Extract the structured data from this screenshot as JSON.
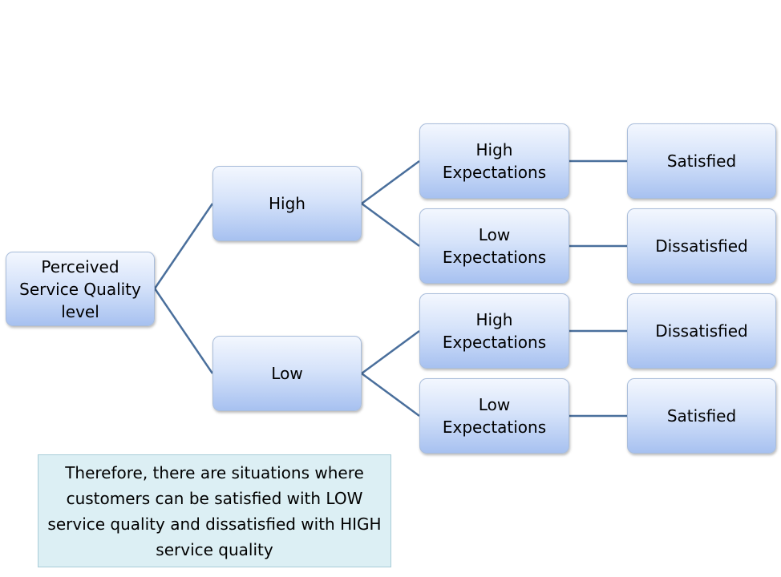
{
  "colors": {
    "connector": "#4a6f9c",
    "node_border": "#a9bddb",
    "node_top": "#f3f7fe",
    "node_bottom": "#a7c1f0",
    "note_fill": "#dcefF4",
    "note_border": "#a8cdd8"
  },
  "tree": {
    "root": {
      "label": "Perceived\nService Quality\nlevel"
    },
    "quality": {
      "high": {
        "label": "High"
      },
      "low": {
        "label": "Low"
      }
    },
    "expectations": [
      {
        "label": "High\nExpectations"
      },
      {
        "label": "Low\nExpectations"
      },
      {
        "label": "High\nExpectations"
      },
      {
        "label": "Low\nExpectations"
      }
    ],
    "outcomes": [
      {
        "label": "Satisfied"
      },
      {
        "label": "Dissatisfied"
      },
      {
        "label": "Dissatisfied"
      },
      {
        "label": "Satisfied"
      }
    ]
  },
  "note": {
    "text": "Therefore, there are situations where customers can be satisfied with LOW service quality and dissatisfied with HIGH service quality"
  }
}
